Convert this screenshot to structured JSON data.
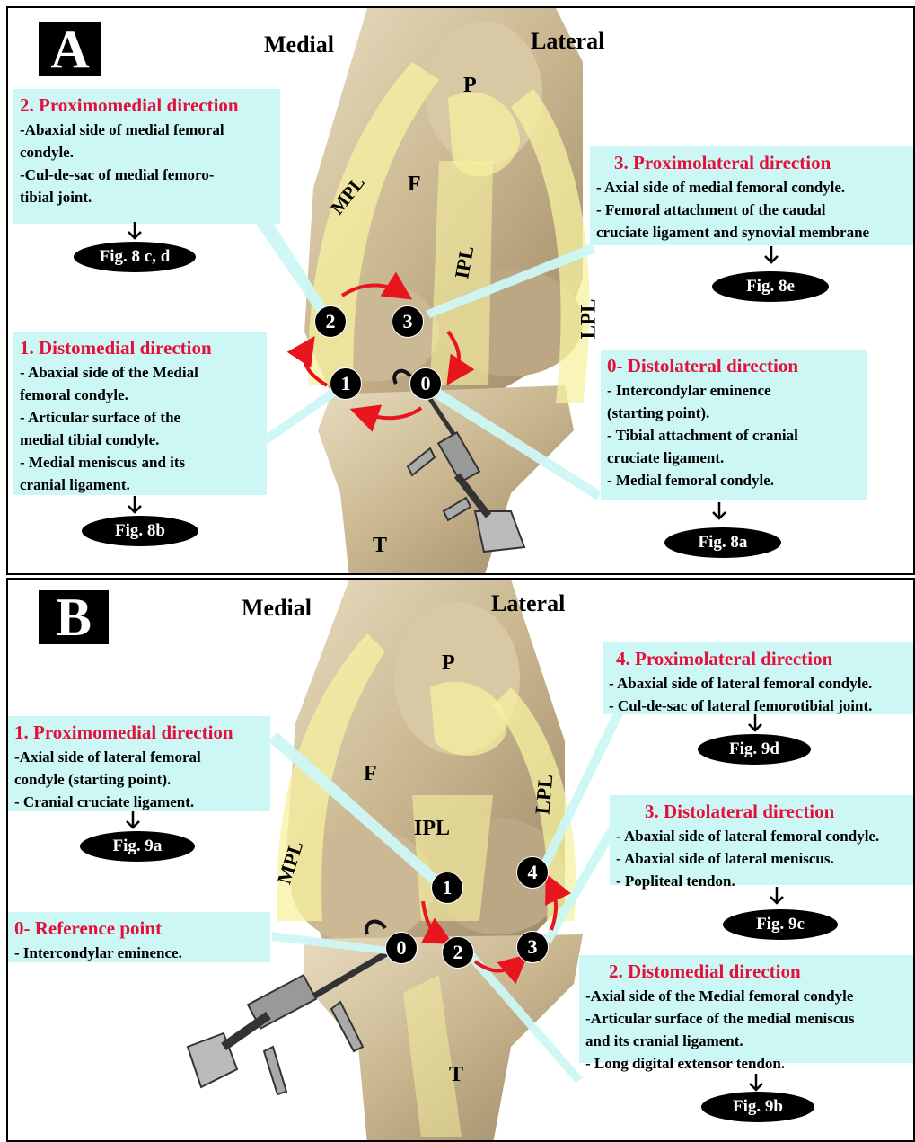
{
  "panel_a": {
    "letter": "A",
    "medial": "Medial",
    "lateral": "Lateral",
    "bone_labels": {
      "p": "P",
      "f": "F",
      "t": "T",
      "mpl": "MPL",
      "ipl": "IPL",
      "lpl": "LPL"
    },
    "boxes": [
      {
        "title": "2. Proximomedial direction",
        "lines": [
          "-Abaxial side of medial femoral",
          "condyle.",
          "-Cul-de-sac of medial femoro-",
          "tibial joint."
        ],
        "fig": "Fig. 8 c, d"
      },
      {
        "title": "3. Proximolateral direction",
        "lines": [
          "- Axial side of medial femoral condyle.",
          "- Femoral attachment of the caudal",
          "cruciate ligament and synovial membrane"
        ],
        "fig": "Fig. 8e"
      },
      {
        "title": "1. Distomedial direction",
        "lines": [
          "- Abaxial side of the Medial",
          "femoral condyle.",
          "- Articular surface of the",
          "medial tibial condyle.",
          "- Medial meniscus and its",
          "cranial ligament."
        ],
        "fig": "Fig. 8b"
      },
      {
        "title": "0- Distolateral direction",
        "lines": [
          "- Intercondylar eminence",
          "(starting point).",
          "- Tibial attachment of cranial",
          "cruciate ligament.",
          "- Medial femoral condyle."
        ],
        "fig": "Fig. 8a"
      }
    ],
    "points": [
      "2",
      "3",
      "1",
      "0"
    ]
  },
  "panel_b": {
    "letter": "B",
    "medial": "Medial",
    "lateral": "Lateral",
    "bone_labels": {
      "p": "P",
      "f": "F",
      "t": "T",
      "mpl": "MPL",
      "ipl": "IPL",
      "lpl": "LPL"
    },
    "boxes": [
      {
        "title": "4. Proximolateral direction",
        "lines": [
          "- Abaxial side of lateral femoral condyle.",
          "- Cul-de-sac of lateral femorotibial joint."
        ],
        "fig": "Fig. 9d"
      },
      {
        "title": "1. Proximomedial direction",
        "lines": [
          "-Axial side of lateral femoral",
          "condyle (starting point).",
          "- Cranial cruciate ligament."
        ],
        "fig": "Fig. 9a"
      },
      {
        "title": "3. Distolateral direction",
        "lines": [
          "- Abaxial side of lateral femoral condyle.",
          "- Abaxial side of lateral meniscus.",
          "- Popliteal tendon."
        ],
        "fig": "Fig. 9c"
      },
      {
        "title": "0- Reference point",
        "lines": [
          "- Intercondylar eminence."
        ],
        "fig": ""
      },
      {
        "title": "2. Distomedial direction",
        "lines": [
          "-Axial side of the Medial femoral condyle",
          "-Articular surface of the medial meniscus",
          "and its cranial ligament.",
          "- Long digital extensor tendon."
        ],
        "fig": "Fig. 9b"
      }
    ],
    "points": [
      "1",
      "4",
      "0",
      "2",
      "3"
    ]
  },
  "colors": {
    "title_red": "#e4103c",
    "box_cyan": "#ccf7f5",
    "yellow_highlight": "#f7f2a0",
    "arrow_red": "#e8141e"
  }
}
